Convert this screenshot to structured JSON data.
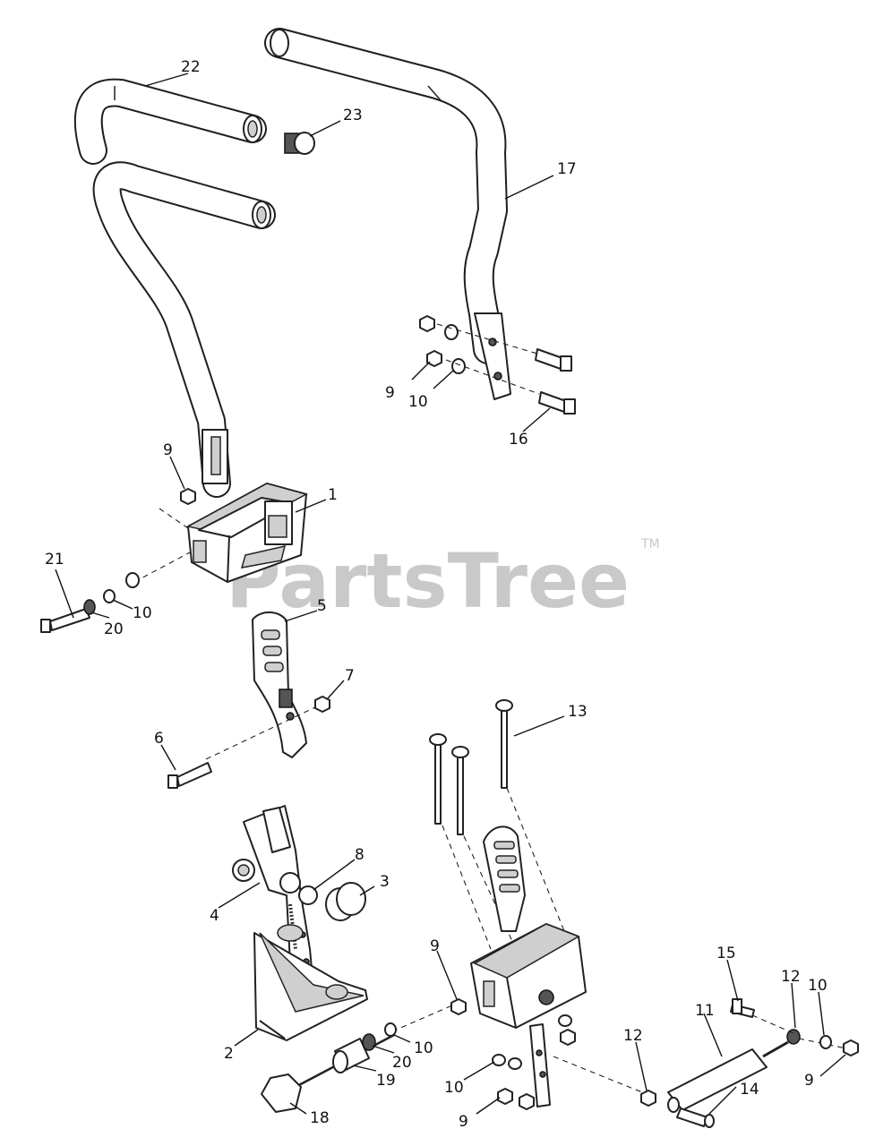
{
  "watermark": {
    "text": "PartsTree",
    "trademark": "TM"
  },
  "callouts": {
    "c1": "1",
    "c2": "2",
    "c3": "3",
    "c4": "4",
    "c5": "5",
    "c6": "6",
    "c7": "7",
    "c8": "8",
    "c9a": "9",
    "c9b": "9",
    "c9c": "9",
    "c9d": "9",
    "c9e": "9",
    "c10a": "10",
    "c10b": "10",
    "c10c": "10",
    "c10d": "10",
    "c10e": "10",
    "c11": "11",
    "c12a": "12",
    "c12b": "12",
    "c13": "13",
    "c14": "14",
    "c15": "15",
    "c16": "16",
    "c17": "17",
    "c18": "18",
    "c19": "19",
    "c20a": "20",
    "c20b": "20",
    "c21": "21",
    "c22": "22",
    "c23": "23"
  }
}
